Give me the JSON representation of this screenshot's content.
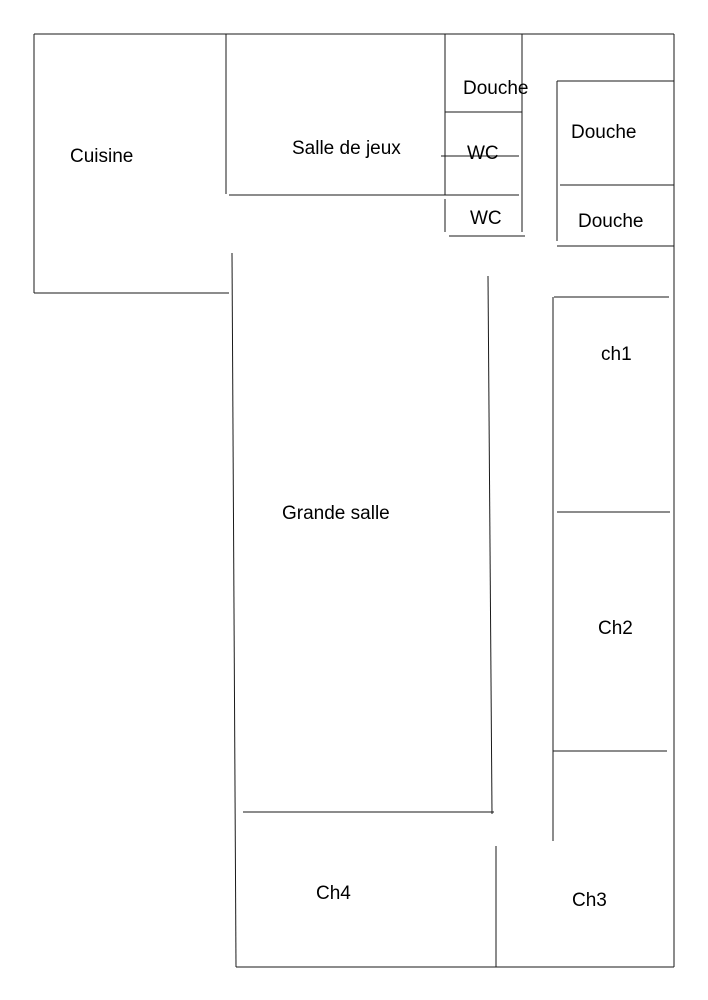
{
  "rooms": {
    "cuisine": "Cuisine",
    "salle_de_jeux": "Salle de jeux",
    "douche_1": "Douche",
    "wc_1": "WC",
    "wc_2": "WC",
    "douche_2": "Douche",
    "douche_3": "Douche",
    "ch1": "ch1",
    "grande_salle": "Grande salle",
    "ch2": "Ch2",
    "ch4": "Ch4",
    "ch3": "Ch3"
  }
}
